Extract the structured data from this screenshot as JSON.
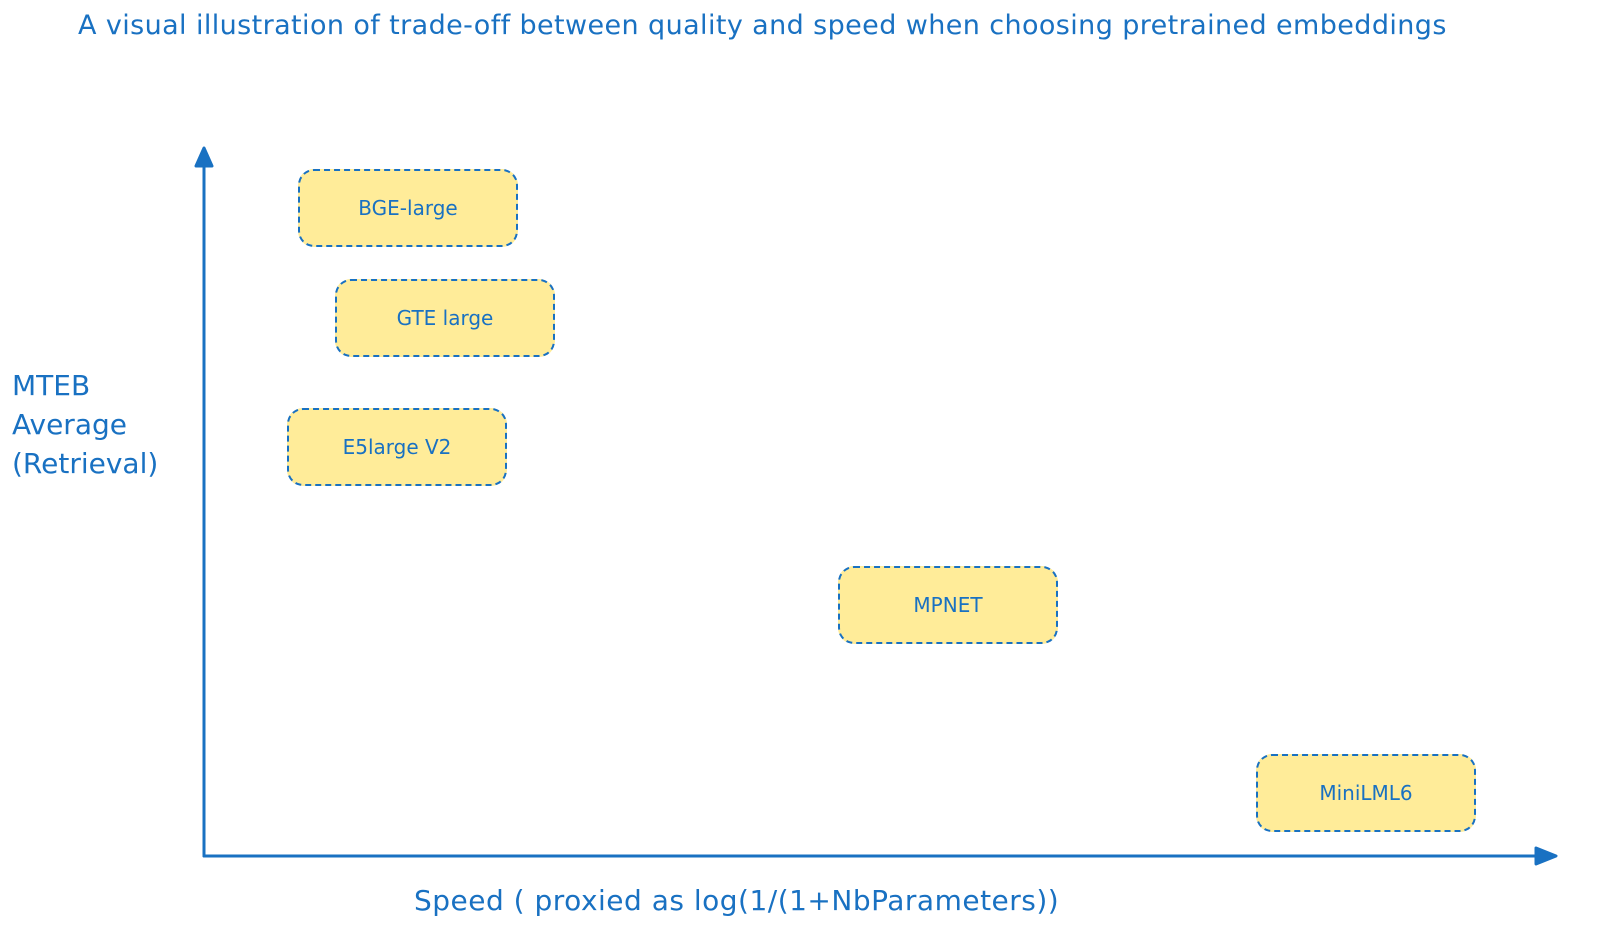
{
  "title": "A visual illustration of trade-off between quality and speed when choosing pretrained embeddings",
  "y_axis": {
    "label_lines": [
      "MTEB",
      "Average",
      "(Retrieval)"
    ]
  },
  "x_axis": {
    "label": "Speed ( proxied as log(1/(1+NbParameters))"
  },
  "models": [
    {
      "name": "BGE-large"
    },
    {
      "name": "GTE large"
    },
    {
      "name": "E5large V2"
    },
    {
      "name": "MPNET"
    },
    {
      "name": "MiniLML6"
    }
  ],
  "colors": {
    "ink": "#1971c2",
    "box_fill": "#ffec99"
  }
}
